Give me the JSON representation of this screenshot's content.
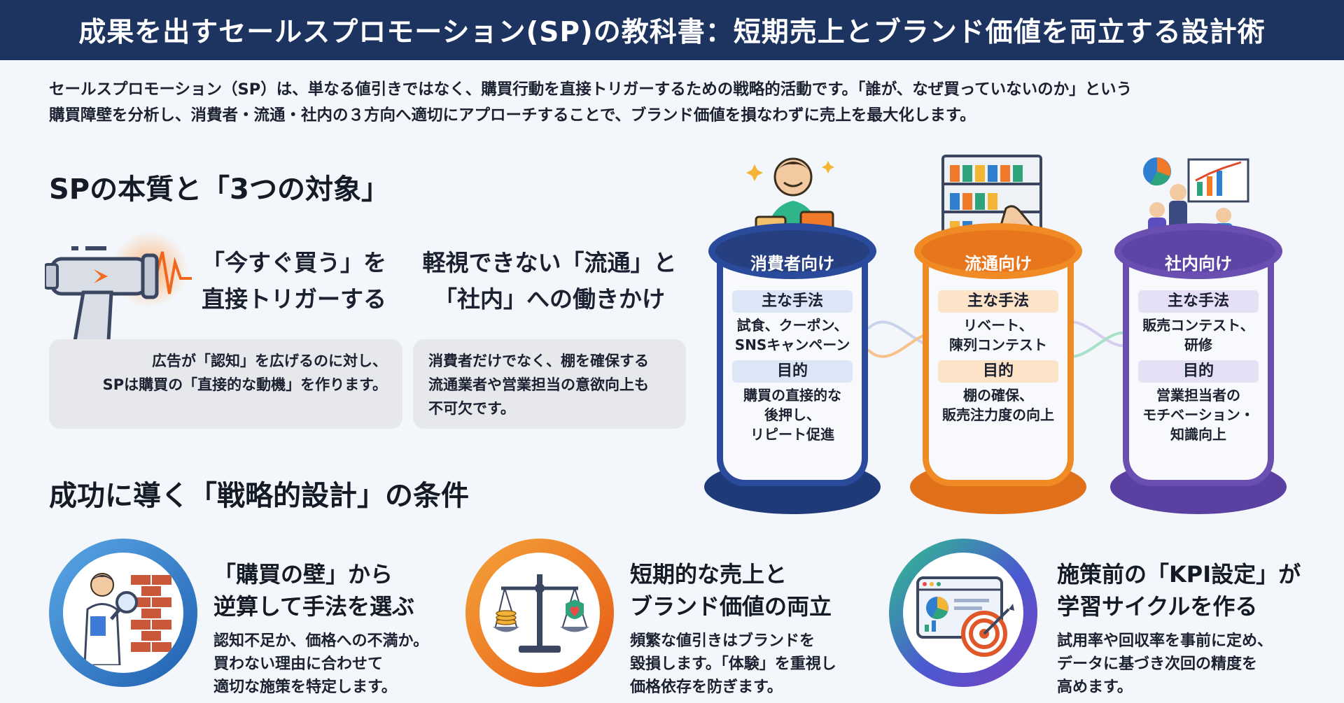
{
  "header": {
    "title": "成果を出すセールスプロモーション(SP)の教科書：短期売上とブランド価値を両立する設計術"
  },
  "intro": {
    "line1": "セールスプロモーション（SP）は、単なる値引きではなく、購買行動を直接トリガーするための戦略的活動です。「誰が、なぜ買っていないのか」という",
    "line2": "購買障壁を分析し、消費者・流通・社内の３方向へ適切にアプローチすることで、ブランド価値を損なわずに売上を最大化します。"
  },
  "section1": {
    "title": "SPの本質と「3つの対象」",
    "feature1": {
      "title_lines": [
        "「今すぐ買う」を",
        "直接トリガーする"
      ],
      "desc_lines": [
        "広告が「認知」を広げるのに対し、",
        "SPは購買の「直接的な動機」を作ります。"
      ]
    },
    "feature2": {
      "title_lines": [
        "軽視できない「流通」と",
        "「社内」への働きかけ"
      ],
      "desc_lines": [
        "消費者だけでなく、棚を確保する",
        "流通業者や営業担当の意欲向上も",
        "不可欠です。"
      ]
    },
    "targets": [
      {
        "label": "消費者向け",
        "method_label": "主な手法",
        "method_lines": [
          "試食、クーポン、",
          "SNSキャンペーン"
        ],
        "purpose_label": "目的",
        "purpose_lines": [
          "購買の直接的な",
          "後押し、",
          "リピート促進"
        ]
      },
      {
        "label": "流通向け",
        "method_label": "主な手法",
        "method_lines": [
          "リベート、",
          "陳列コンテスト"
        ],
        "purpose_label": "目的",
        "purpose_lines": [
          "棚の確保、",
          "販売注力度の向上"
        ]
      },
      {
        "label": "社内向け",
        "method_label": "主な手法",
        "method_lines": [
          "販売コンテスト、",
          "研修"
        ],
        "purpose_label": "目的",
        "purpose_lines": [
          "営業担当者の",
          "モチベーション・",
          "知識向上"
        ]
      }
    ]
  },
  "section2": {
    "title": "成功に導く「戦略的設計」の条件",
    "items": [
      {
        "title_lines": [
          "「購買の壁」から",
          "逆算して手法を選ぶ"
        ],
        "desc_lines": [
          "認知不足か、価格への不満か。",
          "買わない理由に合わせて",
          "適切な施策を特定します。"
        ]
      },
      {
        "title_lines": [
          "短期的な売上と",
          "ブランド価値の両立"
        ],
        "desc_lines": [
          "頻繁な値引きはブランドを",
          "毀損します。「体験」を重視し",
          "価格依存を防ぎます。"
        ]
      },
      {
        "title_lines": [
          "施策前の「KPI設定」が",
          "学習サイクルを作る"
        ],
        "desc_lines": [
          "試用率や回収率を事前に定め、",
          "データに基づき次回の精度を",
          "高めます。"
        ]
      }
    ]
  },
  "colors": {
    "header_bg": "#1d3461",
    "consumer": "#2a4a9b",
    "retail": "#f08a24",
    "internal": "#6a4fb0",
    "ring_blue": "#2f7fd0",
    "ring_orange": "#f07a1a",
    "ring_purple": "#5a4ec0"
  },
  "icons": [
    "trigger-gun-icon",
    "shopper-icon",
    "store-shelf-icon",
    "meeting-icon",
    "researcher-brick-wall-icon",
    "balance-scale-icon",
    "kpi-target-icon"
  ]
}
